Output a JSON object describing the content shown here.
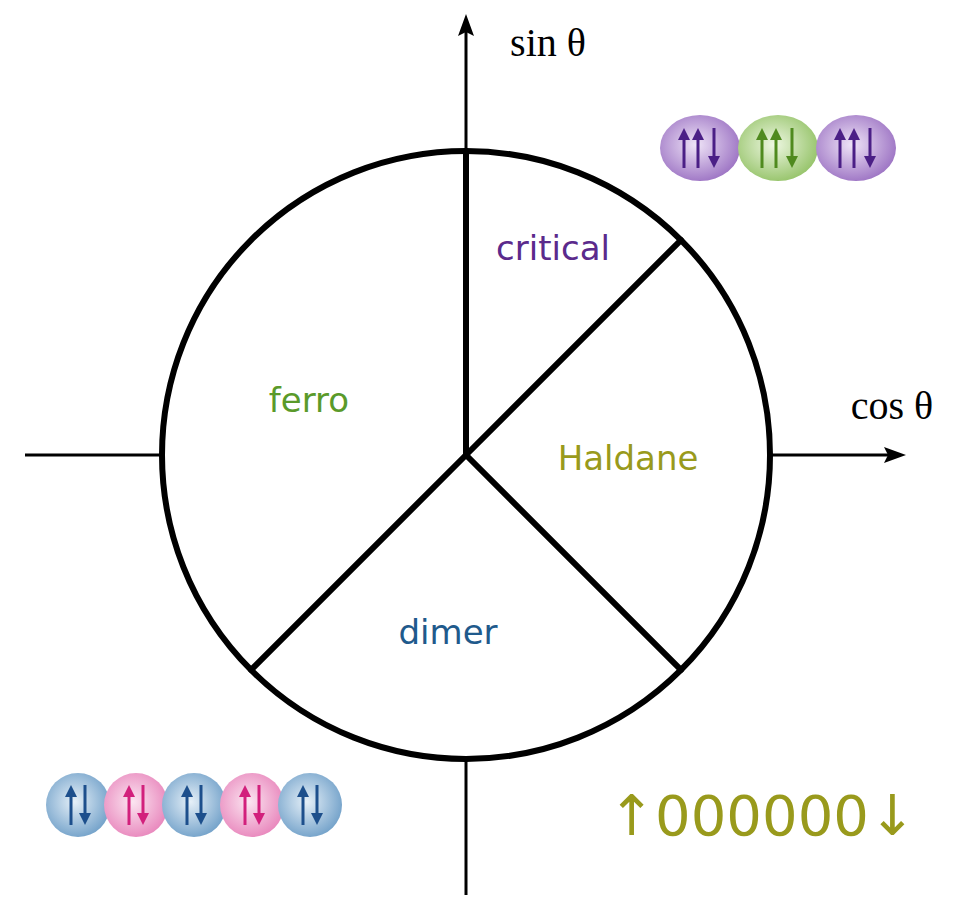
{
  "diagram": {
    "nodes": [
      {
        "text": [
          "critical"
        ]
      },
      {
        "text": [
          "ferro"
        ]
      },
      {
        "text": [
          "Haldane"
        ]
      },
      {
        "text": [
          "dimer"
        ]
      }
    ],
    "labels": [
      "sin θ",
      "cos θ",
      "↑000000↓"
    ]
  }
}
